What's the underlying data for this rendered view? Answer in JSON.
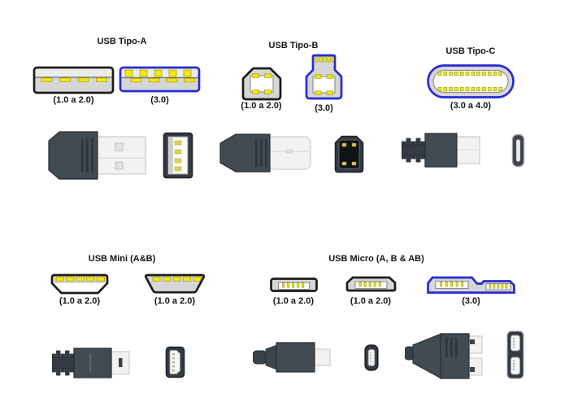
{
  "diagram": {
    "topic": "USB connector types with schematic front views and plug illustrations",
    "background": "#ffffff"
  },
  "colors": {
    "outline_black": "#1c1c1c",
    "outline_blue": "#2a2ad2",
    "pin_yellow": "#f2e90c",
    "schematic_gray": "#d6d6d6",
    "plug_body_dark": "#424a52",
    "plug_metal_light": "#f2f2f2",
    "text": "#151515"
  },
  "sections": [
    {
      "id": "type-a",
      "title": "USB Tipo-A",
      "connectors": [
        {
          "label": "(1.0 a 2.0)",
          "outline": "black"
        },
        {
          "label": "(3.0)",
          "outline": "blue"
        }
      ]
    },
    {
      "id": "type-b",
      "title": "USB Tipo-B",
      "connectors": [
        {
          "label": "(1.0 a 2.0)",
          "outline": "black"
        },
        {
          "label": "(3.0)",
          "outline": "blue"
        }
      ]
    },
    {
      "id": "type-c",
      "title": "USB Tipo-C",
      "connectors": [
        {
          "label": "(3.0 a 4.0)",
          "outline": "blue"
        }
      ]
    },
    {
      "id": "mini",
      "title": "USB Mini (A&B)",
      "connectors": [
        {
          "label": "(1.0 a 2.0)",
          "outline": "black"
        },
        {
          "label": "(1.0 a 2.0)",
          "outline": "black"
        }
      ]
    },
    {
      "id": "micro",
      "title": "USB Micro (A, B & AB)",
      "connectors": [
        {
          "label": "(1.0 a 2.0)",
          "outline": "black"
        },
        {
          "label": "(1.0 a 2.0)",
          "outline": "black"
        },
        {
          "label": "(3.0)",
          "outline": "blue"
        }
      ]
    }
  ],
  "illustrations": [
    "usb-a-plug-side-view",
    "usb-a-port-front-view",
    "usb-b-plug-side-view",
    "usb-b-plug-front-view",
    "usb-c-plug-side-view",
    "usb-c-plug-front-view",
    "usb-mini-plug-side-view",
    "usb-mini-plug-front-view",
    "usb-micro-plug-side-view",
    "usb-micro-plug-front-view",
    "usb-micro3-plug-side-view",
    "usb-micro3-plug-front-view"
  ]
}
